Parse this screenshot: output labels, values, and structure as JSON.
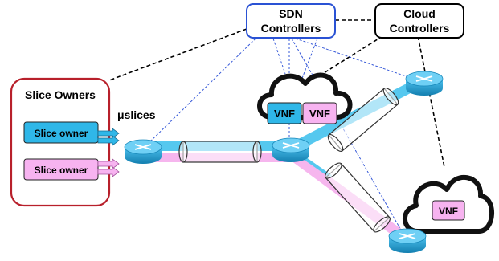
{
  "sdn_box": {
    "line1": "SDN",
    "line2": "Controllers",
    "border_color": "#2a52d4"
  },
  "cloud_box": {
    "line1": "Cloud",
    "line2": "Controllers",
    "border_color": "#000000"
  },
  "slice_owners": {
    "title": "Slice Owners",
    "border_color": "#b8202b",
    "owners": [
      {
        "label": "Slice owner",
        "color": "#2fb7e8"
      },
      {
        "label": "Slice owner",
        "color": "#f7b3f0"
      }
    ]
  },
  "uslices_label": "μslices",
  "vnfs": [
    {
      "label": "VNF",
      "color": "#2fb7e8"
    },
    {
      "label": "VNF",
      "color": "#f7b3f0"
    },
    {
      "label": "VNF",
      "color": "#f7b3f0"
    }
  ],
  "colors": {
    "blue_slice": "#56c8ef",
    "pink_slice": "#f6b6ee",
    "router_body": "#1ea0d6",
    "router_top": "#6fd0f5",
    "dashed_blue": "#3558d8",
    "dashed_black": "#000000"
  }
}
